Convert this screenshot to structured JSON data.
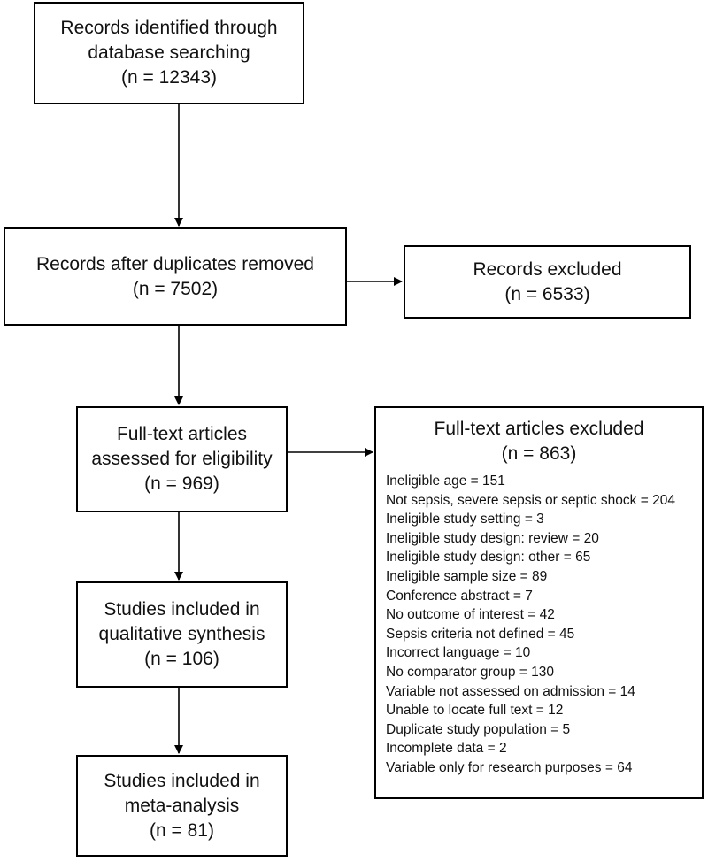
{
  "boxes": {
    "identified": {
      "lines": [
        "Records identified through",
        "database searching",
        "(n = 12343)"
      ]
    },
    "after_duplicates": {
      "lines": [
        "Records after duplicates removed",
        "(n = 7502)"
      ]
    },
    "records_excluded": {
      "lines": [
        "Records excluded",
        "(n = 6533)"
      ]
    },
    "full_text_assessed": {
      "lines": [
        "Full-text articles",
        "assessed for eligibility",
        "(n = 969)"
      ]
    },
    "full_text_excluded": {
      "lines": [
        "Full-text articles excluded",
        "(n = 863)"
      ],
      "reasons": [
        "Ineligible age = 151",
        "Not sepsis, severe sepsis or septic shock = 204",
        "Ineligible study setting = 3",
        "Ineligible study design: review = 20",
        "Ineligible study design: other = 65",
        "Ineligible sample size = 89",
        "Conference abstract = 7",
        "No outcome of interest = 42",
        "Sepsis criteria not defined = 45",
        "Incorrect language = 10",
        "No comparator group = 130",
        "Variable not assessed on admission = 14",
        "Unable to locate full text = 12",
        "Duplicate study population = 5",
        "Incomplete data = 2",
        "Variable only for research purposes = 64"
      ]
    },
    "qualitative": {
      "lines": [
        "Studies included in",
        "qualitative synthesis",
        "(n = 106)"
      ]
    },
    "meta_analysis": {
      "lines": [
        "Studies included in",
        "meta-analysis",
        "(n = 81)"
      ]
    }
  }
}
